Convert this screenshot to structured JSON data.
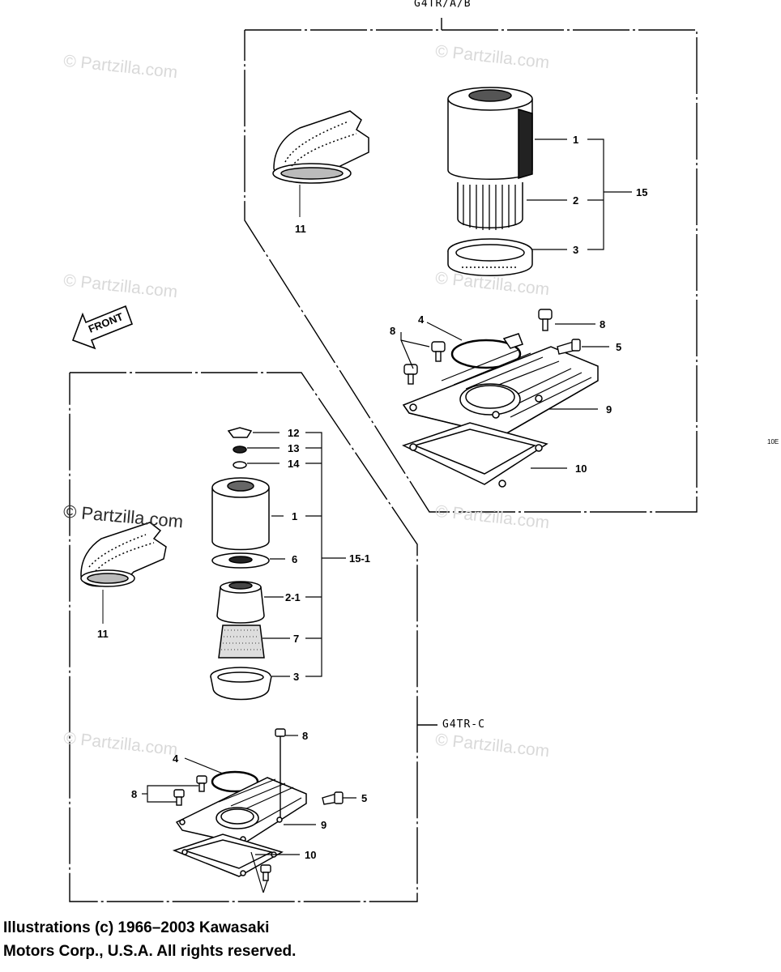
{
  "diagram": {
    "group_label_top": "G4TR/A/B",
    "group_label_bottom": "G4TR-C",
    "front_label": "FRONT",
    "page_marker": "10E"
  },
  "top_group": {
    "labels": {
      "p1": "1",
      "p2": "2",
      "p3": "3",
      "p15": "15",
      "p11": "11",
      "p4": "4",
      "p8a": "8",
      "p8b": "8",
      "p5": "5",
      "p9": "9",
      "p10": "10"
    }
  },
  "bottom_group": {
    "labels": {
      "p12": "12",
      "p13": "13",
      "p14": "14",
      "p1": "1",
      "p6": "6",
      "p15_1": "15-1",
      "p2_1": "2-1",
      "p7": "7",
      "p3": "3",
      "p11": "11",
      "p8a": "8",
      "p4": "4",
      "p8b": "8",
      "p5": "5",
      "p9": "9",
      "p10": "10"
    }
  },
  "watermark": {
    "text": "© Partzilla.com"
  },
  "copyright": {
    "line1": "Illustrations (c) 1966–2003 Kawasaki",
    "line2": "Motors Corp., U.S.A.  All rights reserved."
  }
}
